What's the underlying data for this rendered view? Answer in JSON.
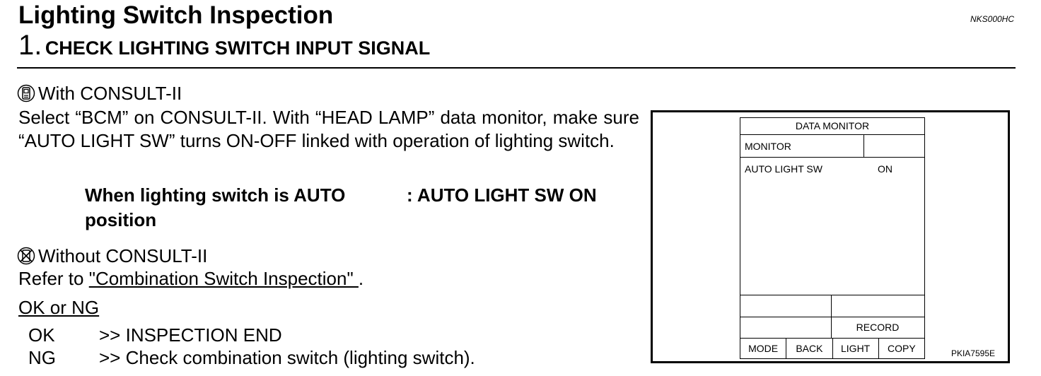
{
  "header": {
    "title": "Lighting Switch Inspection",
    "doc_id": "NKS000HC",
    "step_number": "1.",
    "step_title": "CHECK LIGHTING SWITCH INPUT SIGNAL"
  },
  "with_consult": {
    "heading": "With CONSULT-II",
    "icon": "consult-tool-icon",
    "body": "Select “BCM” on CONSULT-II. With “HEAD LAMP” data monitor, make sure “AUTO LIGHT SW” turns ON-OFF linked with operation of lighting switch.",
    "spec_condition": "When lighting switch is AUTO position",
    "spec_result": ": AUTO LIGHT SW ON"
  },
  "without_consult": {
    "heading": "Without CONSULT-II",
    "icon": "no-consult-icon",
    "refer_prefix": "Refer to ",
    "refer_link": "\"Combination Switch Inspection\" ",
    "refer_suffix": "."
  },
  "ok_ng": {
    "heading": "OK or NG",
    "rows": [
      {
        "key": "OK",
        "action": ">> INSPECTION END"
      },
      {
        "key": "NG",
        "action": ">> Check combination switch (lighting switch)."
      }
    ]
  },
  "figure": {
    "monitor_title": "DATA MONITOR",
    "column_header": "MONITOR",
    "item_name": "AUTO LIGHT SW",
    "item_value": "ON",
    "record_label": "RECORD",
    "buttons": [
      "MODE",
      "BACK",
      "LIGHT",
      "COPY"
    ],
    "figure_id": "PKIA7595E"
  }
}
